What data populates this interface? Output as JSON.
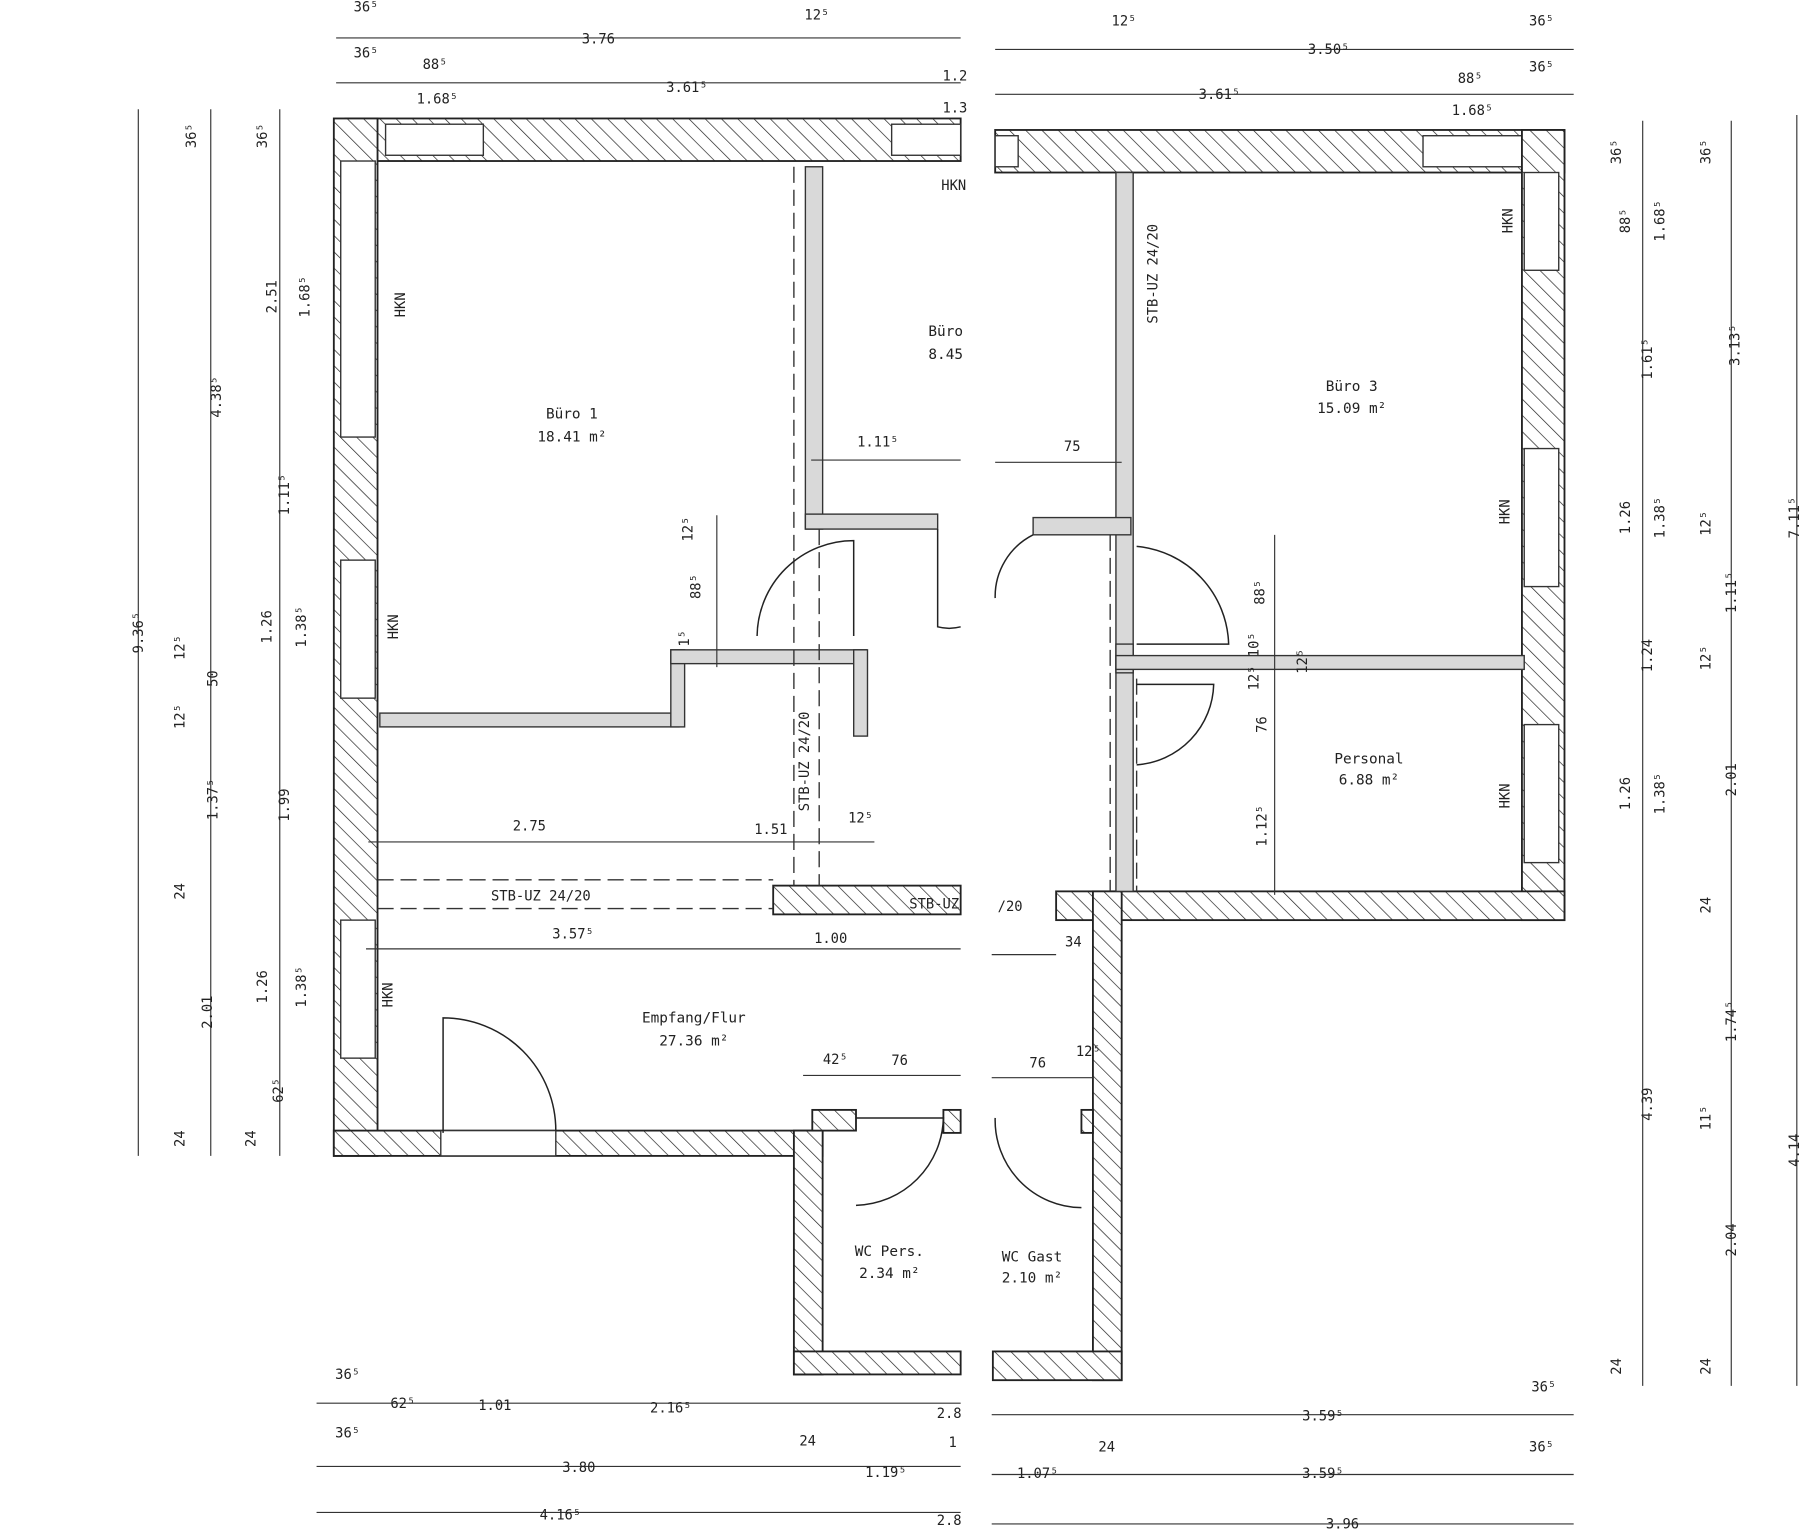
{
  "title": "Grundriss",
  "rooms": [
    {
      "name": "Büro  1",
      "area": "18.41  m²"
    },
    {
      "name": "Büro",
      "area": "8.45"
    },
    {
      "name": "Büro  3",
      "area": "15.09  m²"
    },
    {
      "name": "Personal",
      "area": "6.88  m²"
    },
    {
      "name": "Empfang/Flur",
      "area": "27.36  m²"
    },
    {
      "name": "WC  Pers.",
      "area": "2.34  m²"
    },
    {
      "name": "WC  Gast",
      "area": "2.10  m²"
    }
  ],
  "notes": [
    "HKN",
    "HKN",
    "HKN",
    "HKN",
    "HKN",
    "HKN",
    "HKN",
    "STB-UZ  24/20",
    "STB-UZ  24/20",
    "STB-UZ  24/20",
    "STB-UZ",
    "/20"
  ],
  "dims_h": [
    "36⁵",
    "3.76",
    "12⁵",
    "12⁵",
    "3.50⁵",
    "36⁵",
    "36⁵",
    "88⁵",
    "1.68⁵",
    "3.61⁵",
    "1.2",
    "1.3",
    "3.61⁵",
    "88⁵",
    "1.68⁵",
    "36⁵",
    "36⁵",
    "62⁵",
    "1.01",
    "2.16⁵",
    "2.8",
    "3.59⁵",
    "36⁵",
    "36⁵",
    "3.80",
    "24",
    "1.19⁵",
    "1",
    "1.07⁵",
    "24",
    "3.59⁵",
    "36⁵",
    "4.16⁵",
    "2.8",
    "3.96",
    "1.11⁵",
    "75",
    "2.75",
    "1.51",
    "12⁵",
    "3.57⁵",
    "1.00",
    "34",
    "42⁵",
    "76",
    "76",
    "12⁵"
  ],
  "dims_v": [
    "9.36⁵",
    "36⁵",
    "4.38⁵",
    "12⁵",
    "50",
    "12⁵",
    "1.37⁵",
    "24",
    "2.01",
    "24",
    "36⁵",
    "2.51",
    "1.68⁵",
    "1.11⁵",
    "1.26",
    "1.38⁵",
    "1.99",
    "1.26",
    "1.38⁵",
    "62⁵",
    "24",
    "12⁵",
    "88⁵",
    "1⁵",
    "88⁵",
    "12⁵ 10⁵",
    "12⁵",
    "76",
    "1.12⁵",
    "36⁵",
    "88⁵",
    "1.68⁵",
    "1.61⁵",
    "1.26",
    "1.38⁵",
    "1.24",
    "1.26",
    "1.38⁵",
    "4.39",
    "24",
    "36⁵",
    "3.13⁵",
    "12⁵",
    "1.11⁵",
    "12⁵",
    "2.01",
    "24",
    "1.74⁵",
    "11⁵",
    "2.04",
    "24",
    "7.11⁵",
    "4.14"
  ]
}
